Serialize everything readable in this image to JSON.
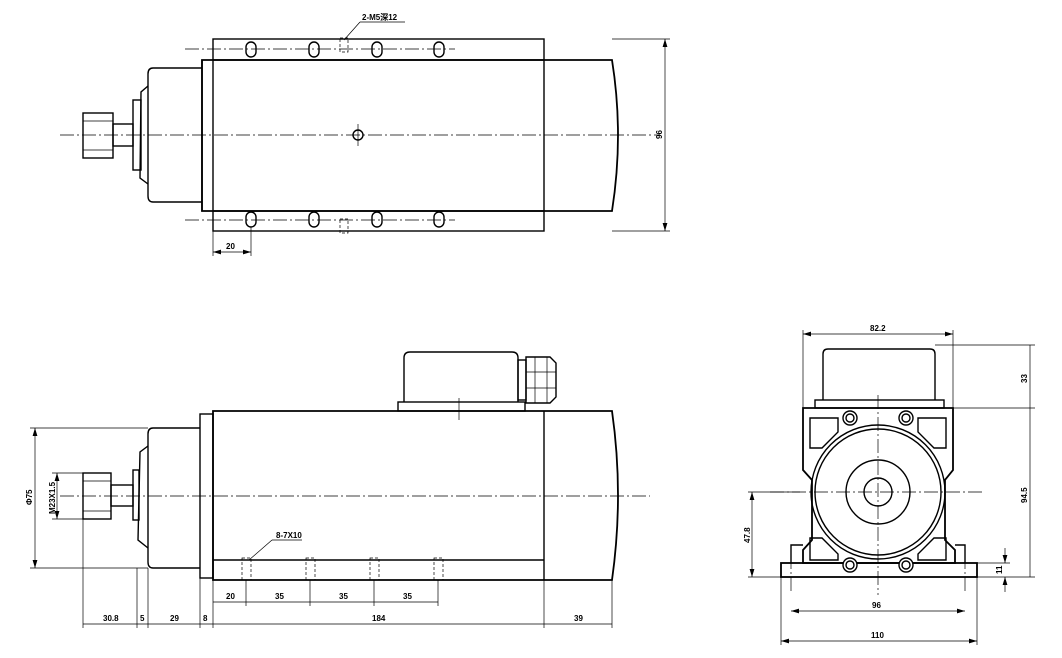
{
  "dimensions": {
    "top_view": {
      "thread_note": "2-M5深12",
      "height_right": "96",
      "flange_offset": "20"
    },
    "front_view": {
      "body_diameter": "Φ75",
      "thread": "M23X1.5",
      "hole_note": "8-7X10",
      "hole_offset": "20",
      "hole_pitch_1": "35",
      "hole_pitch_2": "35",
      "hole_pitch_3": "35",
      "nose_length": "30.8",
      "collar_length": "5",
      "cap_length": "29",
      "step_length": "8",
      "body_length": "184",
      "tail_length": "39"
    },
    "side_view": {
      "top_width": "82.2",
      "box_height": "33",
      "overall_height": "94.5",
      "center_height": "47.8",
      "base_thickness": "11",
      "hole_span": "96",
      "base_width": "110"
    }
  }
}
